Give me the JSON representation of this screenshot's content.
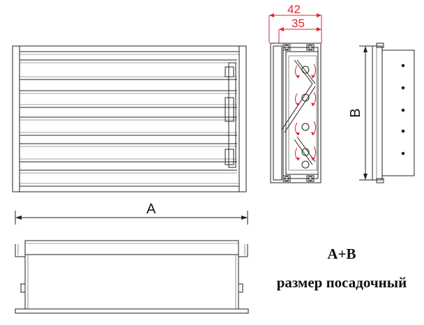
{
  "dimensions": {
    "width_a": "A",
    "height_b": "B",
    "depth_outer": "42",
    "depth_inner": "35"
  },
  "caption": {
    "line1": "A+B",
    "line2": "размер посадочный"
  },
  "colors": {
    "dimension_red": "#e0262c",
    "line": "#222222"
  }
}
